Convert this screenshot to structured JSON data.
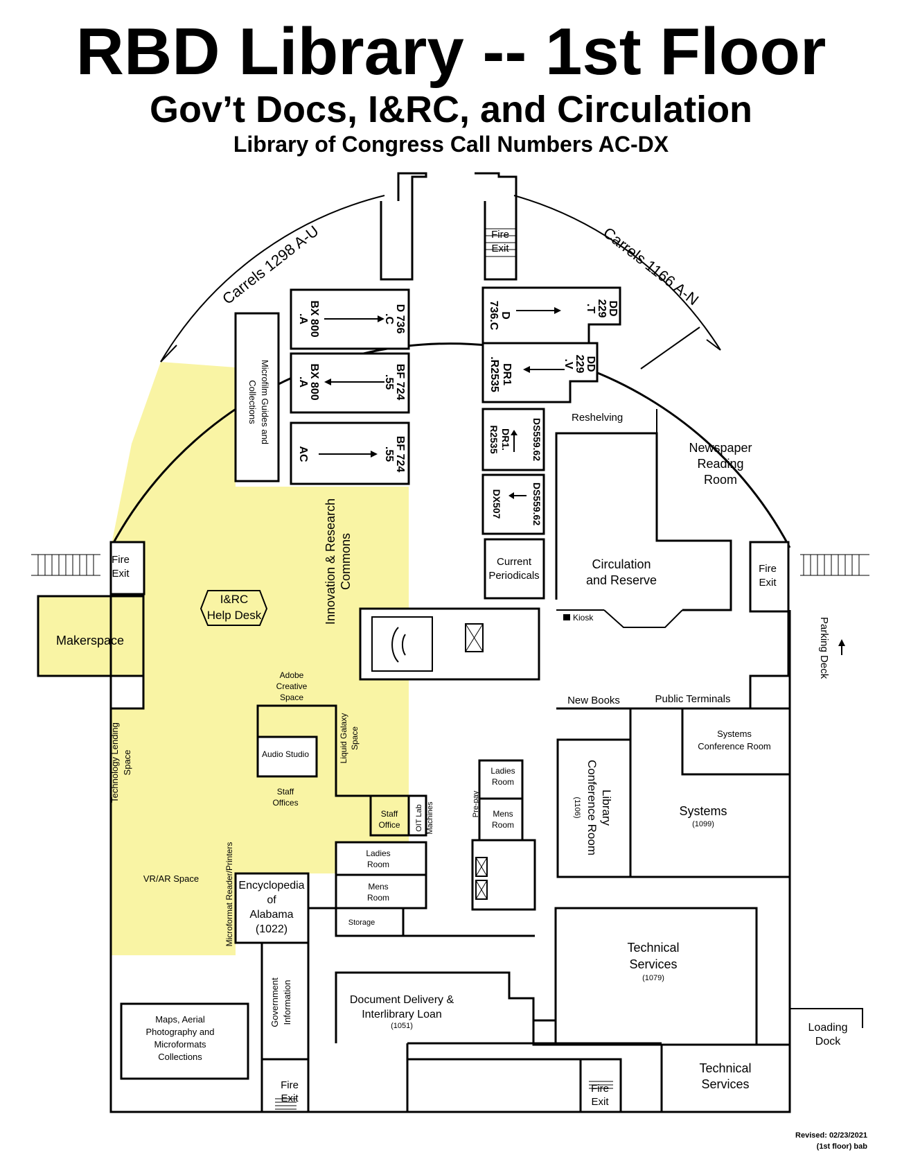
{
  "header": {
    "title": "RBD Library -- 1st Floor",
    "subtitle": "Gov’t Docs, I&RC, and Circulation",
    "call_numbers": "Library of Congress Call Numbers AC-DX"
  },
  "labels": {
    "carrels_left": "Carrels 1298 A-U",
    "carrels_right": "Carrels 1166 A-N",
    "fire_exit_a": "Fire",
    "fire_exit_b": "Exit",
    "microfilm_1": "Microfilm Guides and",
    "microfilm_2": "Collections",
    "stack1_top": "D 736",
    "stack1_top2": ".C",
    "stack1_bot": "BX 800",
    "stack1_bot2": ".A",
    "stack2_top": "BF 724",
    "stack2_top2": ".55",
    "stack2_bot": "BX 800",
    "stack2_bot2": ".A",
    "stack3_top": "BF 724",
    "stack3_top2": ".55",
    "stack3_bot": "AC",
    "stack4_top": "DD",
    "stack4_top2": "229",
    "stack4_top3": ".T",
    "stack4_bot": "D",
    "stack4_bot2": "736.C",
    "stack5_top": "DD",
    "stack5_top2": "229",
    "stack5_top3": ".V",
    "stack5_bot": "DR1",
    "stack5_bot2": ".R2535",
    "stack6_top": "DS559.62",
    "stack6_bot": "DR1.",
    "stack6_bot2": "R2535",
    "stack7_top": "DS559.62",
    "stack7_bot": "DX507",
    "current_periodicals_1": "Current",
    "current_periodicals_2": "Periodicals",
    "reshelving": "Reshelving",
    "newspaper_1": "Newspaper",
    "newspaper_2": "Reading",
    "newspaper_3": "Room",
    "circulation_1": "Circulation",
    "circulation_2": "and Reserve",
    "kiosk": "Kiosk",
    "parking_deck": "Parking Deck",
    "irc_commons_1": "Innovation & Research",
    "irc_commons_2": "Commons",
    "irc_help_1": "I&RC",
    "irc_help_2": "Help Desk",
    "makerspace": "Makerspace",
    "adobe_1": "Adobe",
    "adobe_2": "Creative",
    "adobe_3": "Space",
    "audio_studio": "Audio Studio",
    "liquid_galaxy_1": "Liquid Galaxy",
    "liquid_galaxy_2": "Space",
    "staff_offices_1": "Staff",
    "staff_offices_2": "Offices",
    "staff_office_1": "Staff",
    "staff_office_2": "Office",
    "oit_lab_1": "OIT Lab",
    "oit_lab_2": "Machines",
    "tech_lending_1": "Technology Lending",
    "tech_lending_2": "Space",
    "vr_ar": "VR/AR Space",
    "microformat_printers": "Microformat Reader/Printers",
    "encyclopedia_1": "Encyclopedia",
    "encyclopedia_2": "of",
    "encyclopedia_3": "Alabama",
    "encyclopedia_4": "(1022)",
    "ladies_room_1": "Ladies",
    "ladies_room_2": "Room",
    "mens_room_1": "Mens",
    "mens_room_2": "Room",
    "storage": "Storage",
    "pre_pay": "Pre-pay",
    "new_books": "New Books",
    "public_terminals": "Public Terminals",
    "systems_conf_1": "Systems",
    "systems_conf_2": "Conference Room",
    "library_conf_1": "Library",
    "library_conf_2": "Conference Room",
    "library_conf_3": "(1106)",
    "systems": "Systems",
    "systems_num": "(1099)",
    "tech_services_1": "Technical",
    "tech_services_2": "Services",
    "tech_services_num": "(1079)",
    "doc_delivery_1": "Document Delivery &",
    "doc_delivery_2": "Interlibrary Loan",
    "doc_delivery_num": "(1051)",
    "gov_info_1": "Government",
    "gov_info_2": "Information",
    "maps_1": "Maps, Aerial",
    "maps_2": "Photography and",
    "maps_3": "Microformats",
    "maps_4": "Collections",
    "loading_1": "Loading",
    "loading_2": "Dock",
    "tech_services2_1": "Technical",
    "tech_services2_2": "Services"
  },
  "footer": {
    "revised": "Revised:  02/23/2021",
    "code": "(1st floor) bab"
  },
  "colors": {
    "highlight": "#f9f4a4",
    "walls": "#000000",
    "background": "#ffffff"
  }
}
